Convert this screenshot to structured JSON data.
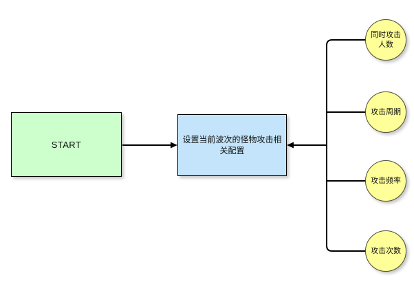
{
  "diagram": {
    "type": "flowchart",
    "background_color": "#ffffff",
    "nodes": {
      "start": {
        "label": "START",
        "shape": "rectangle",
        "fill_color": "#ccffcc",
        "border_color": "#000000"
      },
      "process": {
        "label": "设置当前波次的怪物攻击相关配置",
        "shape": "rectangle",
        "fill_color": "#c3e4fb",
        "border_color": "#000000"
      },
      "attributes": [
        {
          "label": "同时攻击人数",
          "shape": "circle",
          "fill_color": "#ffff99",
          "border_color": "#4d4d33"
        },
        {
          "label": "攻击周期",
          "shape": "circle",
          "fill_color": "#ffff99",
          "border_color": "#4d4d33"
        },
        {
          "label": "攻击频率",
          "shape": "circle",
          "fill_color": "#ffff99",
          "border_color": "#4d4d33"
        },
        {
          "label": "攻击次数",
          "shape": "circle",
          "fill_color": "#ffff99",
          "border_color": "#4d4d33"
        }
      ]
    },
    "edges": [
      {
        "from": "start",
        "to": "process",
        "style": "solid",
        "arrowhead": "right",
        "color": "#000000"
      },
      {
        "from": "attribute-trunk",
        "to": "process",
        "style": "solid",
        "arrowhead": "left",
        "color": "#000000"
      }
    ]
  }
}
